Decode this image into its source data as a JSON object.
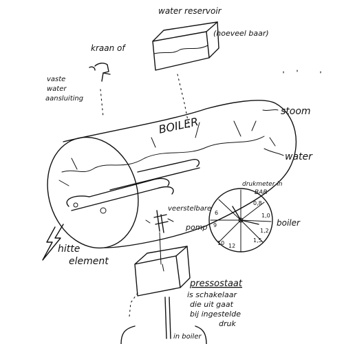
{
  "labels": {
    "water_reservoir": "water reservoir",
    "reservoir_note": "(hoeveel baar)",
    "tap": "kraan of",
    "fixed_connection_1": "vaste",
    "fixed_connection_2": "water",
    "fixed_connection_3": "aansluiting",
    "boiler": "BOILER",
    "steam": "stoom",
    "water": "water",
    "pressure_gauge_1": "drukmeter in",
    "pressure_gauge_2": "BAR",
    "pump": "pomp",
    "boiler_side": "boiler",
    "spring_valve": "veerstelbare",
    "heating_element_1": "hitte",
    "heating_element_2": "element",
    "pressostat": "pressostaat",
    "pressostat_desc_1": "is schakelaar",
    "pressostat_desc_2": "die uit gaat",
    "pressostat_desc_3": "bij ingestelde",
    "pressostat_desc_4": "druk",
    "in_boiler": "in boiler"
  },
  "gauge": {
    "ticks_left": [
      "6",
      "9",
      "10",
      "12"
    ],
    "ticks_right": [
      "0,8",
      "1,0",
      "1,2",
      "1,5"
    ]
  }
}
